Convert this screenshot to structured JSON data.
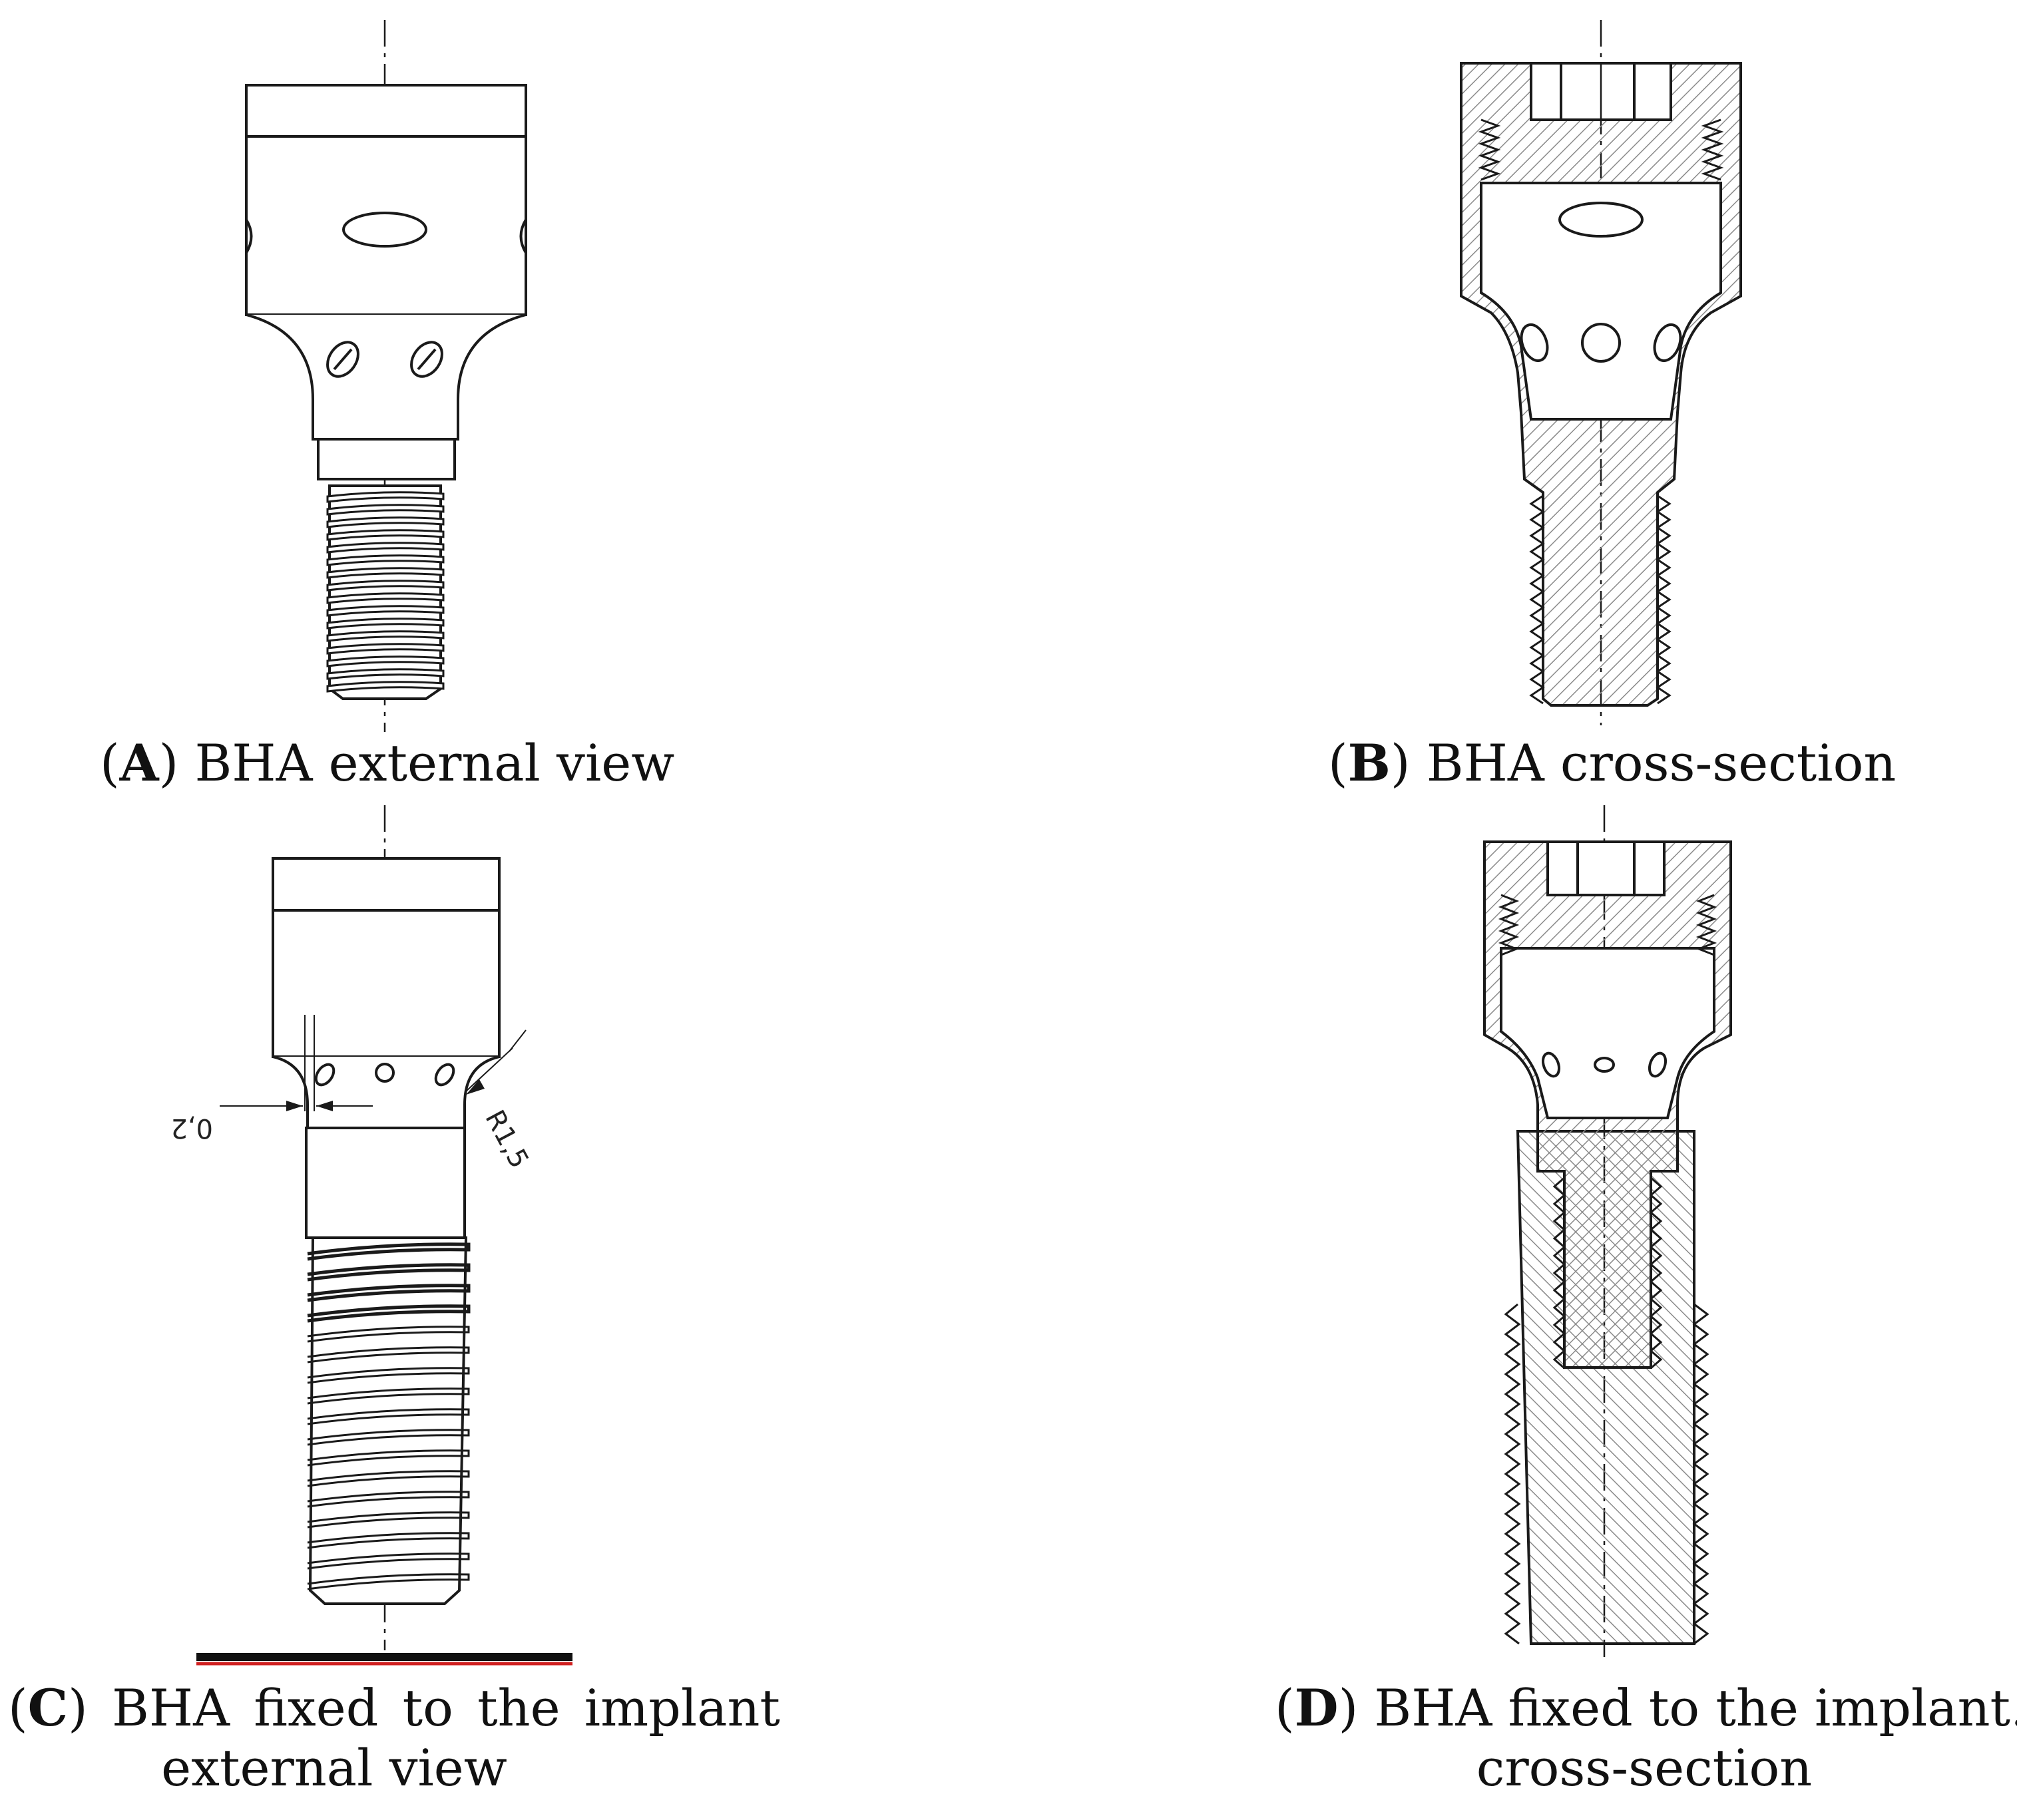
{
  "panels": {
    "a": {
      "letter": "A",
      "caption": "BHA external view"
    },
    "b": {
      "letter": "B",
      "caption": "BHA cross-section"
    },
    "c": {
      "letter": "C",
      "caption_line1_words": [
        "BHA",
        "fixed",
        "to",
        "the",
        "implant"
      ],
      "caption_line2": "external view",
      "dimension_gap": "0,2",
      "dimension_radius": "R1,5"
    },
    "d": {
      "letter": "D",
      "caption_line1": "BHA fixed to the implant.",
      "caption_line2": "cross-section"
    }
  },
  "colors": {
    "line": "#1a1a1a",
    "hatch": "#7a7a7a",
    "baseline_red": "#d02020"
  }
}
